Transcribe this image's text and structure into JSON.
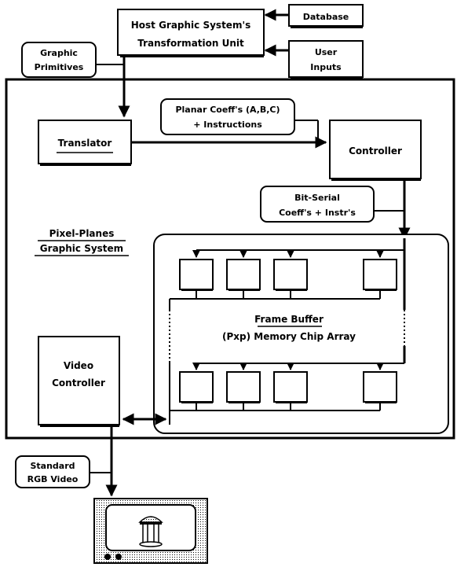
{
  "host_unit": {
    "line1": "Host Graphic System's",
    "line2": "Transformation Unit"
  },
  "database": {
    "label": "Database"
  },
  "user_inputs": {
    "line1": "User",
    "line2": "Inputs"
  },
  "graphic_primitives": {
    "line1": "Graphic",
    "line2": "Primitives"
  },
  "planar_coeffs": {
    "line1": "Planar Coeff's (A,B,C)",
    "line2": "+ Instructions"
  },
  "translator": {
    "label": "Translator"
  },
  "controller": {
    "label": "Controller"
  },
  "bit_serial": {
    "line1": "Bit-Serial",
    "line2": "Coeff's + Instr's"
  },
  "system_label": {
    "line1": "Pixel-Planes",
    "line2": "Graphic System"
  },
  "frame_buffer": {
    "line1": "Frame Buffer",
    "line2": "(Pxp) Memory Chip Array"
  },
  "video_controller": {
    "line1": "Video",
    "line2": "Controller"
  },
  "rgb_video": {
    "line1": "Standard",
    "line2": "RGB Video"
  }
}
